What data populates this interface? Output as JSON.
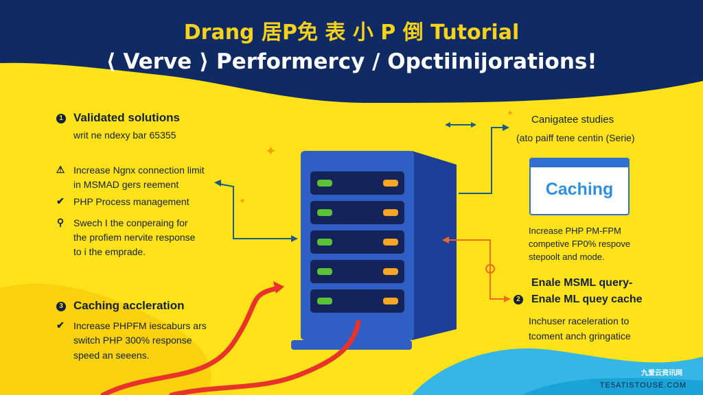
{
  "header": {
    "title_line1": "Drang 居P免 表 小 P 倒 Tutorial",
    "title_line2": "⟨ Verve ⟩ Performercy / Opctiinijorations!"
  },
  "left": {
    "section1": {
      "number": "1",
      "heading": "Validated solutions",
      "subtitle": "writ ne ndexy bar 65355"
    },
    "items": [
      {
        "icon": "warning-icon",
        "glyph": "⚠",
        "lines": [
          "Increase Ngnx connection limit",
          "in MSMAD gers reement"
        ]
      },
      {
        "icon": "check-icon",
        "glyph": "✔",
        "lines": [
          "PHP Process management"
        ]
      },
      {
        "icon": "person-icon",
        "glyph": "⚲",
        "lines": [
          "Swech I the conperaing for",
          "the profiem nervite response",
          "to i the emprade."
        ]
      }
    ],
    "section2": {
      "number": "3",
      "heading": "Caching accleration",
      "icon": "check-icon",
      "glyph": "✔",
      "lines": [
        "Increase PHPFM iescaburs ars",
        "switch PHP 300% response",
        "speed an seeens."
      ]
    }
  },
  "right": {
    "section1": {
      "heading": "Canigatee studies",
      "subtitle": "(ato paiff tene centin (Serie)"
    },
    "card": {
      "label": "Caching"
    },
    "lines1": [
      "Increase PHP PM-FPM",
      "competive FP0% respove",
      "stepoolt and mode."
    ],
    "section2": {
      "number": "2",
      "heading_line1": "Enale MSML query-",
      "heading_line2": "Enale ML quey cache"
    },
    "lines2": [
      "Inchuser raceleration to",
      "tcoment anch gringatice"
    ]
  },
  "watermark": {
    "cn": "九爱云资讯网",
    "text": "TE5ATISTOUSE.COM"
  },
  "colors": {
    "navy": "#102a63",
    "yellow": "#ffe21a",
    "title_yellow": "#f7d21b",
    "server_blue": "#2f5fc4",
    "server_dark": "#1d3f98",
    "arrow_red": "#e8322a",
    "arrow_orange": "#f26a21"
  }
}
